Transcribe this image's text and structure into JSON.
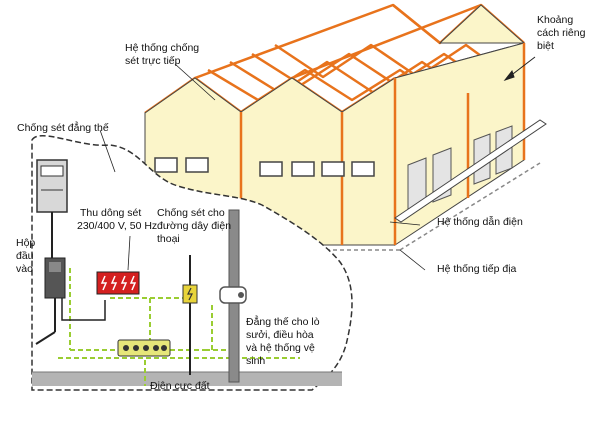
{
  "labels": {
    "direct_lightning_system": "Hệ thống chống sét trực tiếp",
    "separation_distance": "Khoảng cách riêng biệt",
    "potential_lightning_protection": "Chống sét đẳng thế",
    "surge_arrester": "Thu dông sét",
    "voltage_rating": "230/400 V, 50 Hz",
    "input_box": "Hộp đầu vào",
    "telephone_line_protection": "Chống sét cho đường dây điện thoại",
    "down_conductor_system": "Hệ thống dẫn điện",
    "grounding_system": "Hệ thống tiếp địa",
    "equipotential_for_utilities": "Đẳng thế cho lò sưởi, điều hòa và hệ thống vệ sinh",
    "earth_electrode": "Điện cực đất"
  },
  "colors": {
    "roof_edge": "#e8731c",
    "wall_fill": "#fbf5c9",
    "ground_wire": "#9acd32",
    "arrester_red": "#d42020",
    "busbar_fill": "#e6e67a",
    "ground_gray": "#b4b4b4"
  }
}
